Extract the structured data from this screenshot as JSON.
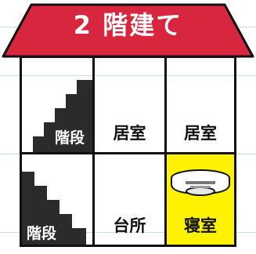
{
  "title": "2 階建て",
  "colors": {
    "roof": "#d7263d",
    "stairs": "#2b2b2b",
    "highlight": "#fff200",
    "outline": "#111111"
  },
  "rooms": {
    "upper_stairs": "階段",
    "upper_middle": "居室",
    "upper_right": "居室",
    "lower_stairs": "階段",
    "lower_middle": "台所",
    "lower_right": "寝室"
  },
  "icons": {
    "detector": "smoke-detector-icon"
  }
}
